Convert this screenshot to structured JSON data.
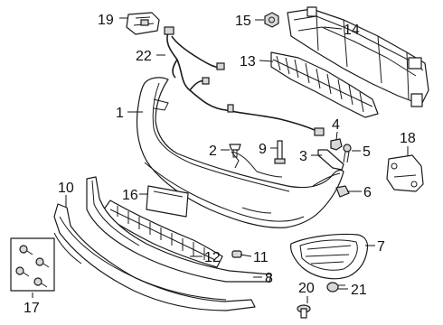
{
  "callouts": [
    {
      "id": "c1",
      "text": "1"
    },
    {
      "id": "c2",
      "text": "2"
    },
    {
      "id": "c3",
      "text": "3"
    },
    {
      "id": "c4",
      "text": "4"
    },
    {
      "id": "c5",
      "text": "5"
    },
    {
      "id": "c6",
      "text": "6"
    },
    {
      "id": "c7",
      "text": "7"
    },
    {
      "id": "c8",
      "text": "8"
    },
    {
      "id": "c9",
      "text": "9"
    },
    {
      "id": "c10",
      "text": "10"
    },
    {
      "id": "c11",
      "text": "11"
    },
    {
      "id": "c12",
      "text": "12"
    },
    {
      "id": "c13",
      "text": "13"
    },
    {
      "id": "c14",
      "text": "14"
    },
    {
      "id": "c15",
      "text": "15"
    },
    {
      "id": "c16",
      "text": "16"
    },
    {
      "id": "c17",
      "text": "17"
    },
    {
      "id": "c18",
      "text": "18"
    },
    {
      "id": "c19",
      "text": "19"
    },
    {
      "id": "c20",
      "text": "20"
    },
    {
      "id": "c21",
      "text": "21"
    },
    {
      "id": "c22",
      "text": "22"
    }
  ]
}
